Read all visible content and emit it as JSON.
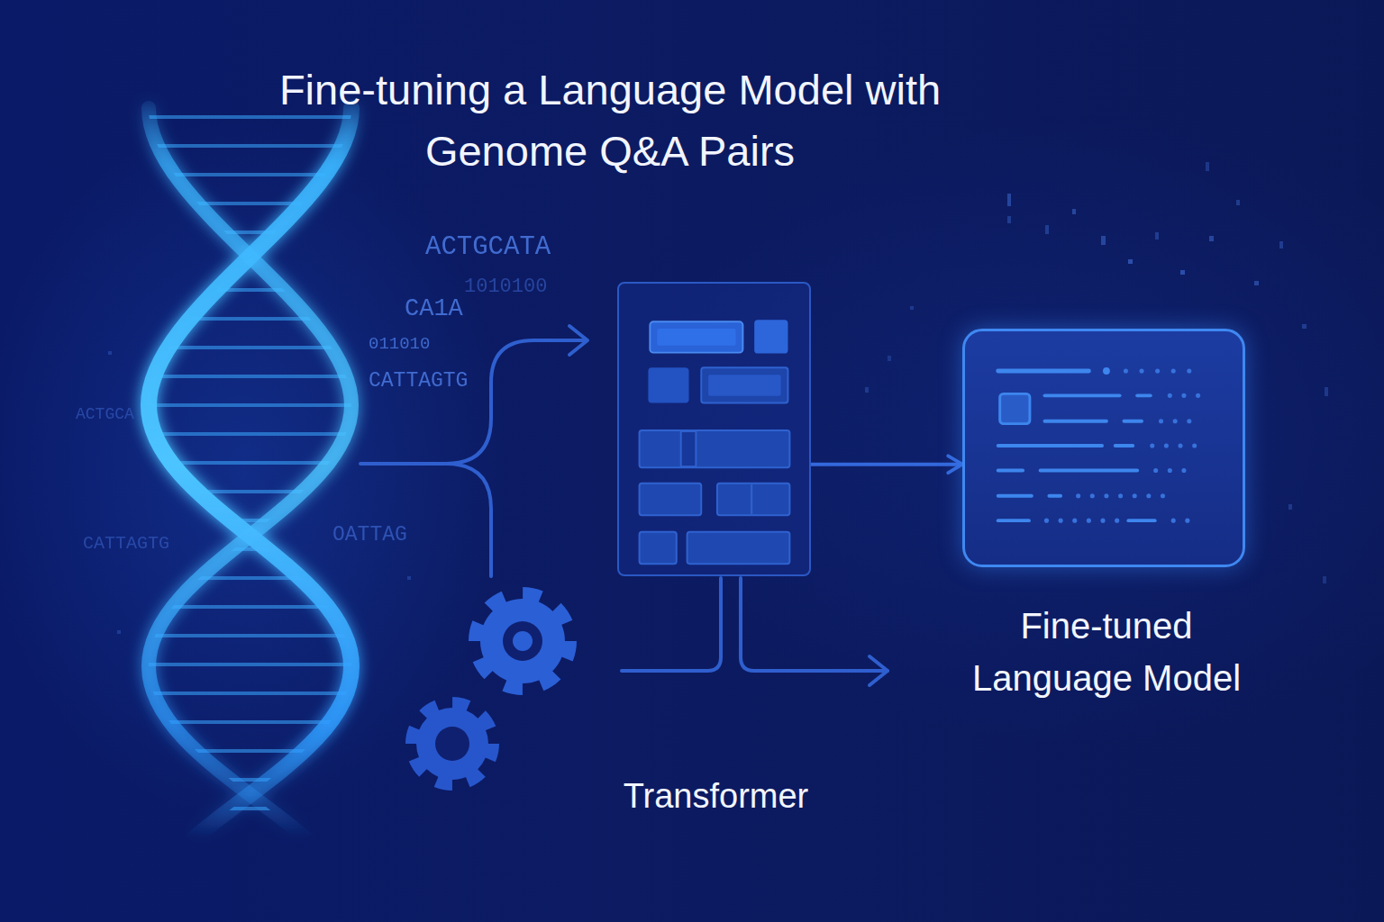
{
  "diagram": {
    "title": "Fine-tuning a Language Model with Genome Q&A Pairs",
    "nodes": [
      {
        "text": [
          "Transformer"
        ]
      },
      {
        "text": [
          "Fine-tuned Language Model"
        ]
      }
    ],
    "edges": [
      {
        "from": 0,
        "to": 1,
        "arrow": "to"
      }
    ],
    "labels": [
      "ACTGCATA",
      "1010100",
      "CA1A",
      "011010",
      "CATTAGTG",
      "ACTGCA",
      "OATTAG",
      "CATTAGTG"
    ]
  }
}
